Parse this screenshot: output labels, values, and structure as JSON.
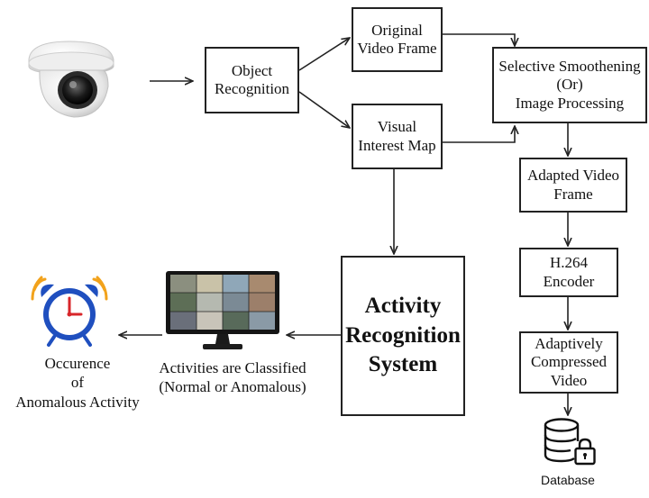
{
  "nodes": {
    "object_recognition": "Object\nRecognition",
    "original_video_frame": "Original\nVideo Frame",
    "visual_interest_map": "Visual\nInterest Map",
    "selective_smoothening": "Selective Smoothening\n(Or)\nImage Processing",
    "adapted_video_frame": "Adapted Video\nFrame",
    "h264_encoder": "H.264\nEncoder",
    "adaptively_compressed_video": "Adaptively\nCompressed\nVideo",
    "activity_recognition_system": "Activity\nRecognition\nSystem"
  },
  "labels": {
    "activities_classified": "Activities are Classified\n(Normal or Anomalous)",
    "occurence": "Occurence\nof\nAnomalous Activity",
    "database": "Database"
  },
  "icons": {
    "camera": "security-camera-icon",
    "monitor": "monitor-icon",
    "alarm": "alarm-clock-icon",
    "database": "database-lock-icon"
  },
  "colors": {
    "line": "#222222",
    "clock_blue": "#1f4fbf",
    "clock_bell": "#f2a21b",
    "clock_hand": "#d8262a"
  }
}
